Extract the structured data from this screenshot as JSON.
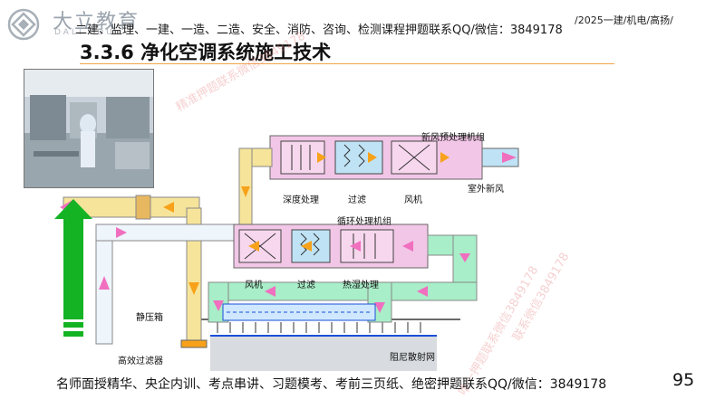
{
  "header": {
    "logo_text": "大立教育",
    "logo_sub": "DALI EDU",
    "top_note": "二建、监理、一建、一造、二造、安全、消防、咨询、检测课程押题联系QQ/微信：3849178",
    "top_right": "/2025一建/机电/高扬/"
  },
  "title": "3.3.6 净化空调系统施工技术",
  "diagram": {
    "labels": {
      "fresh_unit": "新风预处理机组",
      "deep": "深度处理",
      "filter_top": "过滤",
      "fan_top": "风机",
      "outdoor": "室外新风",
      "circ_unit": "循环处理机组",
      "fan": "风机",
      "filter": "过滤",
      "humid": "热湿处理",
      "plenum": "静压箱",
      "hepa": "高效过滤器",
      "damper": "阻尼散射网"
    },
    "watermarks": [
      "精准押题联系微信3849178",
      "联系微信3849178",
      "唯一押题联系微信3849178"
    ]
  },
  "footer": {
    "text": "名师面授精华、央企内训、考点串讲、习题模考、考前三页纸、绝密押题联系QQ/微信：3849178",
    "page": "95"
  },
  "colors": {
    "duct_yellow": "#f6e49a",
    "duct_green": "#a8eec8",
    "duct_blue": "#bfe3f5",
    "unit_pink": "#f2c6e6",
    "arrow_orange": "#f7a21a",
    "arrow_pink": "#f06fbf",
    "arrow_green": "#13b324",
    "accent_line": "#f0a64a"
  }
}
